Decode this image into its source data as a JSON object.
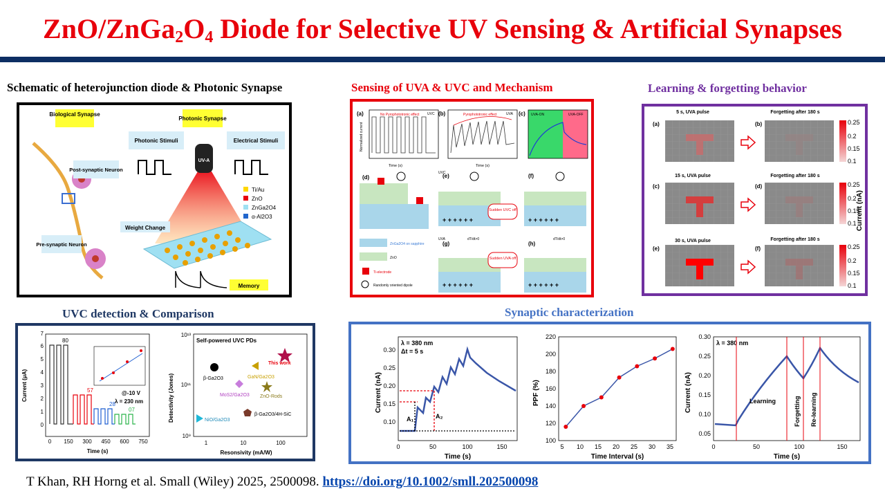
{
  "header": {
    "title_pre": "ZnO/ZnGa",
    "sub1": "2",
    "title_mid": "O",
    "sub2": "4",
    "title_post": " Diode for Selective UV Sensing & Artificial Synapses"
  },
  "colors": {
    "title": "#e8000b",
    "rule": "#0d2e63",
    "panel1": "#000000",
    "panel2": "#e8000b",
    "panel3": "#7030a0",
    "panel4": "#1f3864",
    "panel5": "#4472c4",
    "plot_line": "#3a56a8"
  },
  "panels": {
    "schematic": {
      "title": "Schematic of heterojunction diode & Photonic Synapse",
      "bio_synapse": "Biological Synapse",
      "photonic_synapse": "Photonic Synapse",
      "photonic_stimuli": "Photonic Stimuli",
      "electrical_stimuli": "Electrical Stimuli",
      "post_neuron": "Post-synaptic Neuron",
      "pre_neuron": "Pre-synaptic Neuron",
      "weight_change": "Weight Change",
      "memory": "Memory",
      "uva": "UV-A",
      "legend": [
        "Ti/Au",
        "ZnO",
        "ZnGa2O4",
        "α-Al2O3"
      ]
    },
    "sensing": {
      "title": "Sensing of UVA & UVC and Mechanism",
      "labels_a": "(a)",
      "labels_b": "(b)",
      "labels_c": "(c)",
      "a_note": "No Pyrophototronic effect",
      "a_legend": "UVC",
      "b_note": "Pyrophototronic effect",
      "b_legend": "UVA",
      "c_on": "UVA-ON",
      "c_off": "UVA-OFF",
      "ylabel": "Normalized current",
      "xlabel": "Time (s)",
      "d": "(d)",
      "e": "(e)",
      "f": "(f)",
      "g": "(g)",
      "h": "(h)",
      "sudden_uvc": "Sudden UVC off",
      "sudden_uva": "Sudden UVA off",
      "legend_znga": "ZnGa2O4 on sapphire",
      "legend_zno": "ZnO",
      "legend_ti": "Ti-electrode",
      "legend_dipole": "Randomly oriented dipole",
      "uvc": "UVC",
      "uva": "UVA",
      "dtdt": "dT/dt>0"
    },
    "learning": {
      "title": "Learning & forgetting behavior",
      "rows": [
        {
          "left_tag": "(a)",
          "left_label": "5 s, UVA pulse",
          "right_tag": "(b)",
          "right_label": "Forgetting after 180 s"
        },
        {
          "left_tag": "(c)",
          "left_label": "15 s, UVA pulse",
          "right_tag": "(d)",
          "right_label": "Forgetting after 180 s"
        },
        {
          "left_tag": "(e)",
          "left_label": "30 s, UVA pulse",
          "right_tag": "(f)",
          "right_label": "Forgetting after 180 s"
        }
      ],
      "colorbar_ticks": [
        "0.25",
        "0.2",
        "0.15",
        "0.1"
      ],
      "cbar_label": "Current (nA)"
    },
    "uvc": {
      "title": "UVC detection & Comparison",
      "left_ylabel": "Current (μA)",
      "left_xlabel": "Time (s)",
      "left_yticks": [
        "0",
        "1",
        "2",
        "3",
        "4",
        "5",
        "6",
        "7"
      ],
      "left_xticks": [
        "0",
        "150",
        "300",
        "450",
        "600",
        "750"
      ],
      "peak_labels": [
        "80",
        "57",
        "28",
        "07"
      ],
      "bias": "@-10 V",
      "lambda": "λ = 230 nm",
      "right_title": "Self-powered UVC PDs",
      "right_ylabel": "Detectivity (Jones)",
      "right_xlabel": "Resonsivity (mA/W)",
      "right_yticks": [
        "10¹³",
        "10¹¹",
        "10⁹"
      ],
      "right_xticks": [
        "1",
        "10",
        "100"
      ],
      "points": [
        "This work",
        "β-Ga2O3",
        "GaN/Ga2O3",
        "MoS2/Ga2O3",
        "ZnO-Rods",
        "NiO/Ga2O3",
        "β-Ga2O3/4H-SiC"
      ]
    },
    "synaptic": {
      "title": "Synaptic characterization",
      "p1": {
        "ylabel": "Current (nA)",
        "xlabel": "Time (s)",
        "lambda": "λ = 380 nm",
        "dt": "Δt = 5 s",
        "a1": "A₁",
        "a2": "A₂",
        "yticks": [
          "0.30",
          "0.25",
          "0.20",
          "0.15",
          "0.10"
        ],
        "xticks": [
          "0",
          "50",
          "100",
          "150"
        ]
      },
      "p2": {
        "ylabel": "PPF (%)",
        "xlabel": "Time Interval (s)",
        "yticks": [
          "220",
          "200",
          "180",
          "160",
          "140",
          "120",
          "100"
        ],
        "xticks": [
          "5",
          "10",
          "15",
          "20",
          "25",
          "30",
          "35"
        ]
      },
      "p3": {
        "ylabel": "Current (nA)",
        "xlabel": "Time (s)",
        "lambda": "λ = 380 nm",
        "learning": "Learning",
        "forgetting": "Forgetting",
        "relearning": "Re-learning",
        "yticks": [
          "0.30",
          "0.25",
          "0.20",
          "0.15",
          "0.10",
          "0.05"
        ],
        "xticks": [
          "0",
          "50",
          "100",
          "150"
        ]
      }
    }
  },
  "chart_data": [
    {
      "type": "line",
      "xlabel": "Time Interval (s)",
      "ylabel": "PPF (%)",
      "ylim": [
        100,
        220
      ],
      "x": [
        5,
        10,
        15,
        20,
        25,
        30,
        35
      ],
      "series": [
        {
          "values": [
            116,
            140,
            150,
            173,
            186,
            195,
            206
          ]
        }
      ]
    }
  ],
  "citation": {
    "text": "T Khan, RH Horng et al. Small (Wiley) 2025, 2500098. ",
    "link": "https://doi.org/10.1002/smll.202500098"
  }
}
